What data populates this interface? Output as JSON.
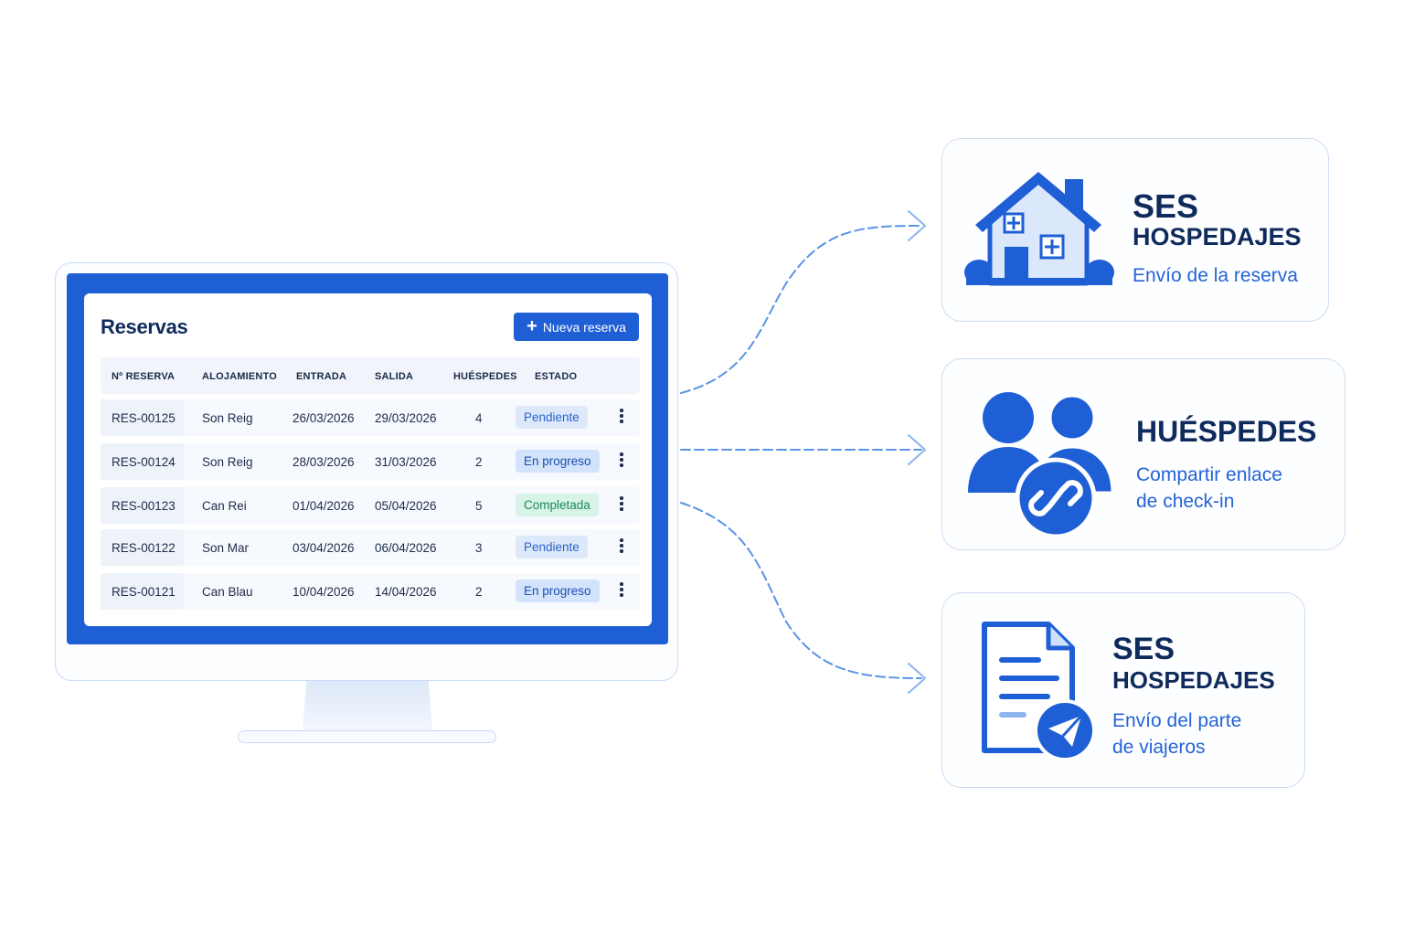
{
  "panel": {
    "title": "Reservas",
    "new_button_label": "Nueva reserva"
  },
  "table": {
    "columns": [
      "Nº RESERVA",
      "ALOJAMIENTO",
      "ENTRADA",
      "SALIDA",
      "HUÉSPEDES",
      "ESTADO"
    ],
    "rows": [
      {
        "id": "RES-00125",
        "alojamiento": "Son Reig",
        "entrada": "26/03/2026",
        "salida": "29/03/2026",
        "huespedes": "4",
        "estado": "Pendiente"
      },
      {
        "id": "RES-00124",
        "alojamiento": "Son Reig",
        "entrada": "28/03/2026",
        "salida": "31/03/2026",
        "huespedes": "2",
        "estado": "En progreso"
      },
      {
        "id": "RES-00123",
        "alojamiento": "Can Rei",
        "entrada": "01/04/2026",
        "salida": "05/04/2026",
        "huespedes": "5",
        "estado": "Completada"
      },
      {
        "id": "RES-00122",
        "alojamiento": "Son Mar",
        "entrada": "03/04/2026",
        "salida": "06/04/2026",
        "huespedes": "3",
        "estado": "Pendiente"
      },
      {
        "id": "RES-00121",
        "alojamiento": "Can Blau",
        "entrada": "10/04/2026",
        "salida": "14/04/2026",
        "huespedes": "2",
        "estado": "En progreso"
      }
    ]
  },
  "cards": {
    "reserva": {
      "title_line1": "SES",
      "title_line2": "HOSPEDAJES",
      "subtitle": "Envío de la reserva",
      "icon": "house-icon"
    },
    "huespedes": {
      "title": "HUÉSPEDES",
      "subtitle_line1": "Compartir enlace",
      "subtitle_line2": "de check-in",
      "icon": "guests-link-icon"
    },
    "parte": {
      "title_line1": "SES",
      "title_line2": "HOSPEDAJES",
      "subtitle_line1": "Envío del parte",
      "subtitle_line2": "de viajeros",
      "icon": "document-send-icon"
    }
  },
  "colors": {
    "primary": "#1f5fd6",
    "navy": "#0f2a5c",
    "accent_text": "#2563d6",
    "pending_bg": "#dde9fb",
    "progress_bg": "#d3e3fb",
    "completed_bg": "#d8f3e8",
    "completed_text": "#1c8a5e"
  }
}
